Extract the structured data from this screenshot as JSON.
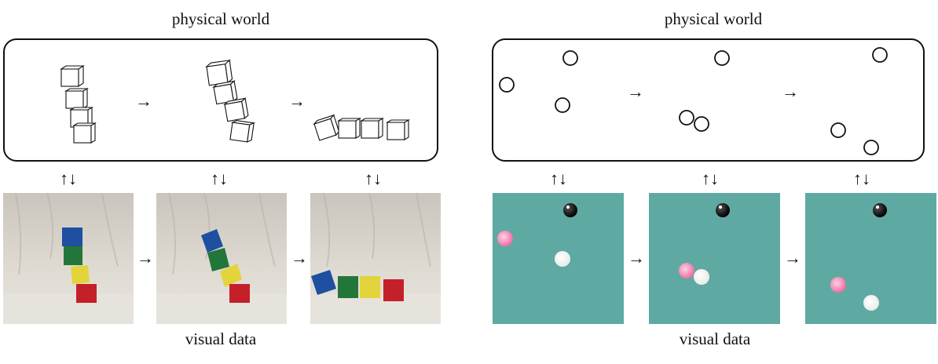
{
  "left_panel": {
    "top_label": "physical world",
    "bottom_label": "visual data",
    "sync_symbol": "↑↓",
    "arrow_symbol": "→",
    "colors": {
      "block_blue": "#1e4fa0",
      "block_green": "#23763a",
      "block_yellow": "#e2d43a",
      "block_red": "#c4202a",
      "backdrop": "#d9d5cd"
    }
  },
  "right_panel": {
    "top_label": "physical world",
    "bottom_label": "visual data",
    "sync_symbol": "↑↓",
    "arrow_symbol": "→",
    "colors": {
      "table": "#5fa9a3",
      "ball_black": "#111111",
      "ball_pink": "#f07fae",
      "ball_white": "#ffffff"
    }
  }
}
